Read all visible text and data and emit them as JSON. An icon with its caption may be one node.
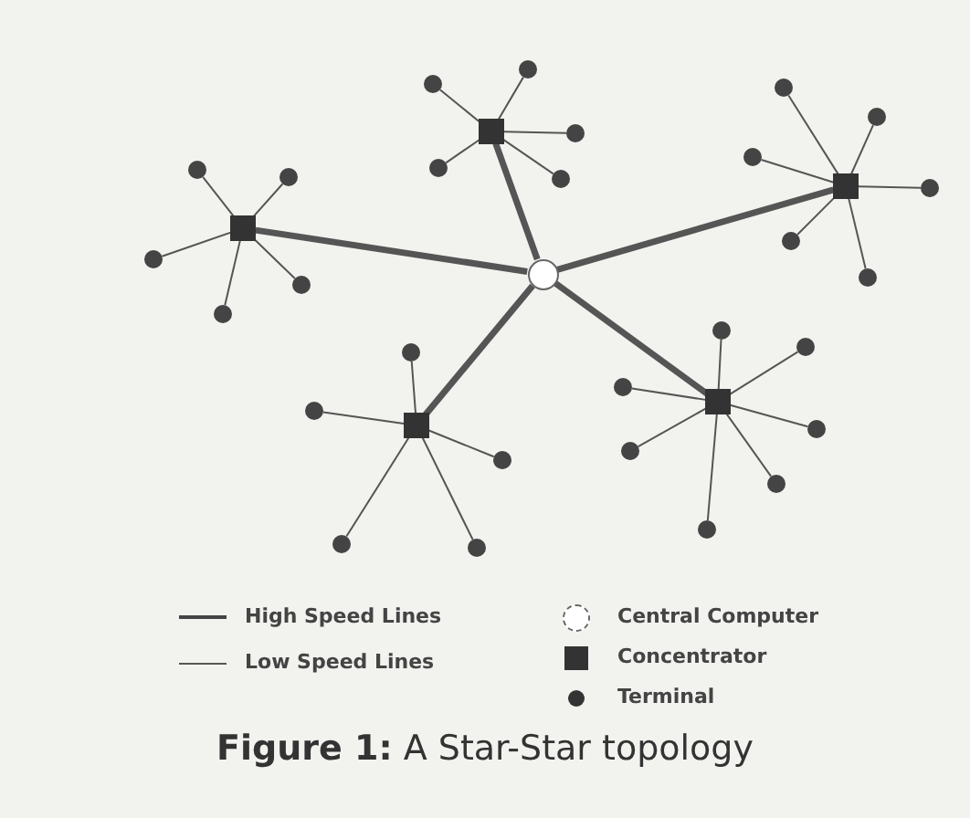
{
  "diagram": {
    "caption": "**Figure 1:** A Star-Star topology",
    "nodes": [
      {
        "text": [],
        "shape": "circle"
      },
      {
        "text": [],
        "shape": "box"
      },
      {
        "text": [],
        "shape": "box"
      },
      {
        "text": [],
        "shape": "box"
      },
      {
        "text": [],
        "shape": "box"
      },
      {
        "text": [],
        "shape": "box"
      },
      {
        "text": [],
        "shape": "circle"
      },
      {
        "text": [],
        "shape": "circle"
      },
      {
        "text": [],
        "shape": "circle"
      },
      {
        "text": [],
        "shape": "circle"
      },
      {
        "text": [],
        "shape": "circle"
      },
      {
        "text": [],
        "shape": "circle"
      },
      {
        "text": [],
        "shape": "circle"
      },
      {
        "text": [],
        "shape": "circle"
      },
      {
        "text": [],
        "shape": "circle"
      },
      {
        "text": [],
        "shape": "circle"
      },
      {
        "text": [],
        "shape": "circle"
      },
      {
        "text": [],
        "shape": "circle"
      },
      {
        "text": [],
        "shape": "circle"
      },
      {
        "text": [],
        "shape": "circle"
      },
      {
        "text": [],
        "shape": "circle"
      },
      {
        "text": [],
        "shape": "circle"
      },
      {
        "text": [],
        "shape": "circle"
      },
      {
        "text": [],
        "shape": "circle"
      },
      {
        "text": [],
        "shape": "circle"
      },
      {
        "text": [],
        "shape": "circle"
      },
      {
        "text": [],
        "shape": "circle"
      },
      {
        "text": [],
        "shape": "circle"
      },
      {
        "text": [],
        "shape": "circle"
      },
      {
        "text": [],
        "shape": "circle"
      },
      {
        "text": [],
        "shape": "circle"
      },
      {
        "text": [],
        "shape": "circle"
      },
      {
        "text": [],
        "shape": "circle"
      },
      {
        "text": [],
        "shape": "circle"
      }
    ],
    "edges": [
      {
        "from": 0,
        "to": 1,
        "arrow": "none",
        "style": "thick"
      },
      {
        "from": 0,
        "to": 2,
        "arrow": "none",
        "style": "thick"
      },
      {
        "from": 0,
        "to": 3,
        "arrow": "none",
        "style": "thick"
      },
      {
        "from": 0,
        "to": 4,
        "arrow": "none",
        "style": "thick"
      },
      {
        "from": 0,
        "to": 5,
        "arrow": "none",
        "style": "thick"
      },
      {
        "from": 1,
        "to": 6,
        "arrow": "none"
      },
      {
        "from": 1,
        "to": 7,
        "arrow": "none"
      },
      {
        "from": 1,
        "to": 8,
        "arrow": "none"
      },
      {
        "from": 1,
        "to": 9,
        "arrow": "none"
      },
      {
        "from": 1,
        "to": 10,
        "arrow": "none"
      },
      {
        "from": 2,
        "to": 11,
        "arrow": "none"
      },
      {
        "from": 2,
        "to": 12,
        "arrow": "none"
      },
      {
        "from": 2,
        "to": 13,
        "arrow": "none"
      },
      {
        "from": 2,
        "to": 14,
        "arrow": "none"
      },
      {
        "from": 2,
        "to": 15,
        "arrow": "none"
      },
      {
        "from": 3,
        "to": 16,
        "arrow": "none"
      },
      {
        "from": 3,
        "to": 17,
        "arrow": "none"
      },
      {
        "from": 3,
        "to": 18,
        "arrow": "none"
      },
      {
        "from": 3,
        "to": 19,
        "arrow": "none"
      },
      {
        "from": 3,
        "to": 20,
        "arrow": "none"
      },
      {
        "from": 3,
        "to": 21,
        "arrow": "none"
      },
      {
        "from": 4,
        "to": 22,
        "arrow": "none"
      },
      {
        "from": 4,
        "to": 23,
        "arrow": "none"
      },
      {
        "from": 4,
        "to": 24,
        "arrow": "none"
      },
      {
        "from": 4,
        "to": 25,
        "arrow": "none"
      },
      {
        "from": 4,
        "to": 26,
        "arrow": "none"
      },
      {
        "from": 5,
        "to": 27,
        "arrow": "none"
      },
      {
        "from": 5,
        "to": 28,
        "arrow": "none"
      },
      {
        "from": 5,
        "to": 29,
        "arrow": "none"
      },
      {
        "from": 5,
        "to": 30,
        "arrow": "none"
      },
      {
        "from": 5,
        "to": 31,
        "arrow": "none"
      },
      {
        "from": 5,
        "to": 32,
        "arrow": "none"
      },
      {
        "from": 5,
        "to": 33,
        "arrow": "none"
      }
    ],
    "legend": [
      {
        "text": "High Speed Lines"
      },
      {
        "text": "Low Speed Lines"
      },
      {
        "text": "Central Computer"
      },
      {
        "text": "Concentrator"
      },
      {
        "text": "Terminal"
      }
    ]
  }
}
